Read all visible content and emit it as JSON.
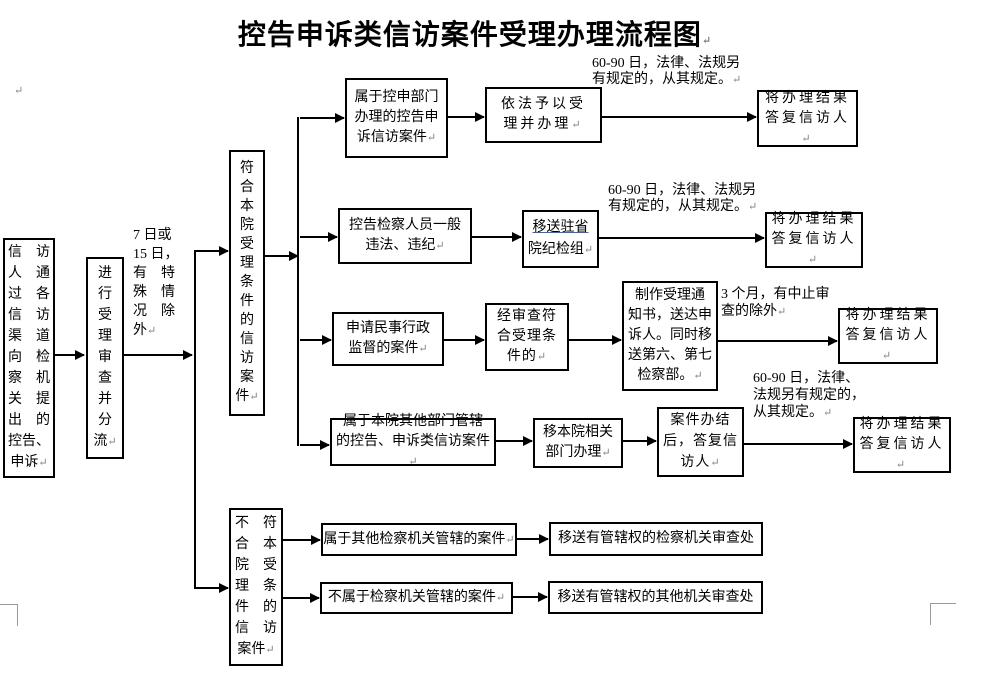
{
  "page": {
    "title": "控告申诉类信访案件受理办理流程图",
    "background": "#ffffff"
  },
  "glyphs": {
    "return_mark": "↵"
  },
  "colors": {
    "box_border": "#000000",
    "arrow": "#000000",
    "underline": "#3366cc",
    "paragraph_mark": "#808080",
    "corner_mark": "#9a9a9a"
  },
  "nodes": {
    "source": {
      "lines": [
        "信　访",
        "人　通",
        "过　各",
        "信　访",
        "渠　道",
        "向　检",
        "察　机",
        "关　提",
        "出　的",
        "控告、",
        "申诉"
      ]
    },
    "review": {
      "lines": [
        "进",
        "行",
        "受",
        "理",
        "审",
        "查",
        "并",
        "分",
        "流"
      ]
    },
    "note_start": {
      "lines": [
        "7 日或",
        "15 日，",
        "有　特",
        "殊　情",
        "况　除",
        "外"
      ]
    },
    "accept": {
      "lines": [
        "符",
        "合",
        "本",
        "院",
        "受",
        "理",
        "条",
        "件",
        "的",
        "信",
        "访",
        "案",
        "件"
      ]
    },
    "reject": {
      "lines": [
        "不　符",
        "合　本",
        "院　受",
        "理　条",
        "件　的",
        "信　访",
        "案件"
      ]
    },
    "r1_case": {
      "lines": [
        "属于控申部门",
        "办理的控告申",
        "诉信访案件"
      ]
    },
    "r1_handle": {
      "lines": [
        "依法予以受",
        "理并办理"
      ]
    },
    "r1_note": {
      "lines": [
        "60-90 日，法律、法规另",
        "有规定的，从其规定。"
      ]
    },
    "r1_reply": {
      "lines": [
        "将办理结果",
        "答复信访人"
      ]
    },
    "r2_case": {
      "lines": [
        "控告检察人员一般",
        "违法、违纪"
      ]
    },
    "r2_transfer": {
      "line1": "移送驻省",
      "line2": "院纪检组"
    },
    "r2_note": {
      "lines": [
        "60-90 日，法律、法规另",
        "有规定的，从其规定。"
      ]
    },
    "r2_reply": {
      "lines": [
        "将办理结果",
        "答复信访人"
      ]
    },
    "r3_case": {
      "lines": [
        "申请民事行政",
        "监督的案件"
      ]
    },
    "r3_review": {
      "lines": [
        "经审查符",
        "合受理条",
        "件的"
      ]
    },
    "r3_notice": {
      "lines": [
        "制作受理通",
        "知书，送达申",
        "诉人。同时移",
        "送第六、第七",
        "检察部。"
      ]
    },
    "r3_note": {
      "lines": [
        "3 个月，有中止审",
        "查的除外"
      ]
    },
    "r3_reply": {
      "lines": [
        "将办理结果",
        "答复信访人"
      ]
    },
    "r4_case": {
      "lines": [
        "属于本院其他部门管辖",
        "的控告、申诉类信访案件"
      ]
    },
    "r4_transfer": {
      "lines": [
        "移本院相关",
        "部门办理"
      ]
    },
    "r4_close": {
      "lines": [
        "案件办结",
        "后，答复信",
        "访人"
      ]
    },
    "r4_note": {
      "lines": [
        "60-90 日，法律、",
        "法规另有规定的，",
        "从其规定。"
      ]
    },
    "r4_reply": {
      "lines": [
        "将办理结果",
        "答复信访人"
      ]
    },
    "r5_case": {
      "text": "属于其他检察机关管辖的案件"
    },
    "r5_action": {
      "text": "移送有管辖权的检察机关审查处"
    },
    "r6_case": {
      "text": "不属于检察机关管辖的案件"
    },
    "r6_action": {
      "text": "移送有管辖权的其他机关审查处"
    }
  }
}
